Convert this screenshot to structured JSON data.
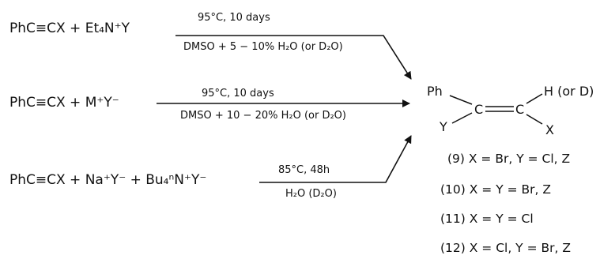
{
  "reactions": [
    {
      "reactants": "PhC≡CX + Et₄N⁺Y",
      "condition_top": "95°C,   10 days",
      "condition_bottom": "DMSO + 5 − 10% H₂O (or D₂O)"
    },
    {
      "reactants": "PhC≡CX + M⁺Y⁻",
      "condition_top": "95°C,   10 days",
      "condition_bottom": "DMSO + 10 − 20% H₂O (or D₂O)"
    },
    {
      "reactants": "PhC≡CX + Na⁺Y⁻ + Bu₄ⁿN⁺Y⁻",
      "condition_top": "85°C, 48h",
      "condition_bottom": "H₂O (D₂O)"
    }
  ],
  "product": {
    "ph": "Ph",
    "y": "Y",
    "c1": "C",
    "c2": "C",
    "h_or_d": "H (or D)",
    "x": "X"
  },
  "compounds": [
    "(9) X = Br, Y = Cl, Z",
    "(10) X = Y = Br, Z",
    "(11) X = Y = Cl",
    "(12) X = Cl, Y = Br, Z"
  ]
}
